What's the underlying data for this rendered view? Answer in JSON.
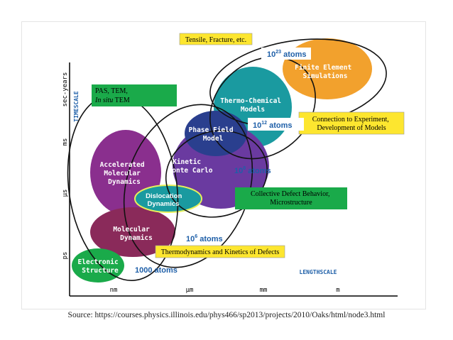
{
  "axes": {
    "timescale_label": "TIMESCALE",
    "lengthscale_label": "LENGTHSCALE",
    "time_ticks": [
      "sec-years",
      "ms",
      "μs",
      "ps"
    ],
    "length_ticks": [
      "nm",
      "μm",
      "mm",
      "m"
    ]
  },
  "methods": {
    "electronic_structure": "Electronic\nStructure",
    "molecular_dynamics": "Molecular\nDynamics",
    "accelerated_md": "Accelerated\nMolecular\nDynamics",
    "dislocation_dynamics": "Dislocation\nDynamics",
    "kinetic_mc": "Kinetic\nMonte Carlo",
    "phase_field": "Phase Field\nModel",
    "thermo_chemical": "Thermo-Chemical\nModels",
    "finite_element": "Finite Element\nSimulations"
  },
  "atom_counts": {
    "a1000": "1000 atoms",
    "a10_6": {
      "base": "10",
      "exp": "6",
      "unit": " atoms"
    },
    "a10_8": {
      "base": "10",
      "exp": "8",
      "unit": " atoms"
    },
    "a10_12": {
      "base": "10",
      "exp": "12",
      "unit": " atoms"
    },
    "a10_23": {
      "base": "10",
      "exp": "23",
      "unit": " atoms"
    }
  },
  "boxes": {
    "pas_tem": {
      "line1": "PAS, TEM,",
      "line2_italic": "In situ",
      "line2_rest": " TEM"
    },
    "tensile": "Tensile, Fracture, etc.",
    "connection": "Connection to Experiment,\nDevelopment of Models",
    "collective": "Collective Defect Behavior,\nMicrostructure",
    "thermodynamics": "Thermodynamics and Kinetics of Defects"
  },
  "source": "Source: https://courses.physics.illinois.edu/phys466/sp2013/projects/2010/Oaks/html/node3.html",
  "colors": {
    "green": "#1aaa4a",
    "yellow": "#fde62f",
    "orange": "#f2a12d",
    "teal": "#1a9aa0",
    "navy": "#2a3f8e",
    "purple": "#8a2f8e",
    "violet": "#6a3aa0",
    "maroon": "#8a2a5a",
    "blue_label": "#1e5fa8"
  }
}
